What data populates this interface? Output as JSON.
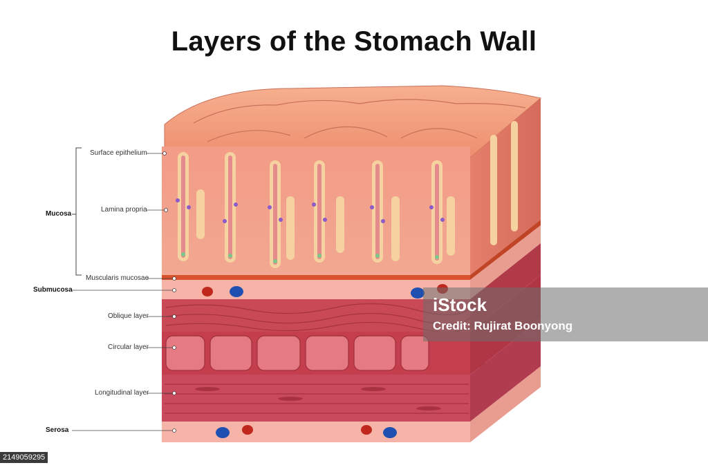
{
  "title": "Layers of the Stomach Wall",
  "groups": {
    "mucosa": "Mucosa",
    "submucosa": "Submucosa",
    "serosa": "Serosa"
  },
  "labels": {
    "surface_epithelium": "Surface epithelium",
    "lamina_propria": "Lamina propria",
    "muscularis_mucosae": "Muscularis mucosae",
    "oblique_layer": "Oblique layer",
    "circular_layer": "Circular layer",
    "longitudinal_layer": "Longitudinal layer"
  },
  "watermark": {
    "logo": "iStock",
    "credit": "Credit: Rujirat Boonyong"
  },
  "image_id": "2149059295",
  "colors": {
    "mucosa_face": "#f4a08c",
    "mucosa_top": "#f3a27e",
    "muscularis_mucosae": "#d9512d",
    "submucosa": "#f6b4a8",
    "oblique": "#c94a56",
    "circular": "#c53e4e",
    "longitudinal": "#c84a5c",
    "serosa": "#f6b4a8",
    "artery": "#c0281e",
    "vein": "#1f4fb0"
  }
}
